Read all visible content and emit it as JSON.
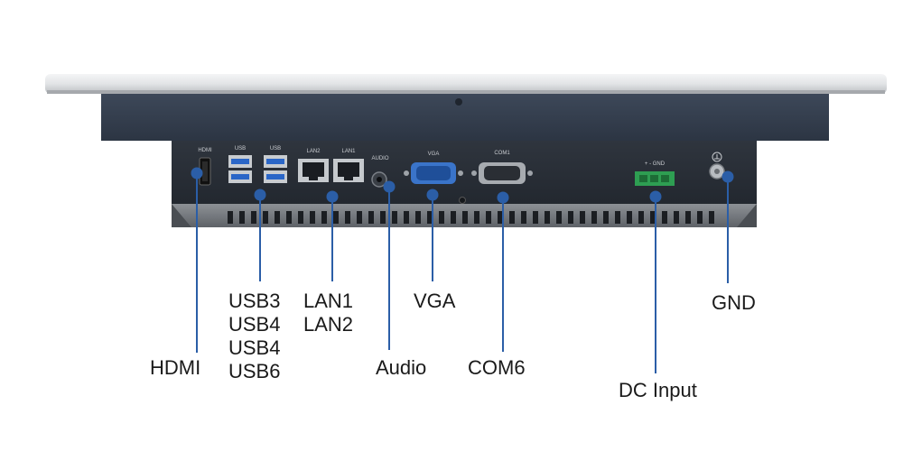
{
  "silkscreen": {
    "hdmi": "HDMI",
    "usb_a": "USB",
    "usb_b": "USB",
    "lan2": "LAN2",
    "lan1": "LAN1",
    "audio": "AUDIO",
    "vga": "VGA",
    "com": "COM1",
    "dc": "+ -  GND"
  },
  "callouts": {
    "hdmi": "HDMI",
    "usb": [
      "USB3",
      "USB4",
      "USB4",
      "USB6"
    ],
    "lan": [
      "LAN1",
      "LAN2"
    ],
    "audio": "Audio",
    "vga": "VGA",
    "com": "COM6",
    "dc": "DC Input",
    "gnd": "GND"
  },
  "colors": {
    "pointer": "#2b5ea7",
    "bezel": "#e4e6e8",
    "panel": "#333d4d",
    "io_body": "#262b33",
    "terminal": "#2e9e52"
  }
}
